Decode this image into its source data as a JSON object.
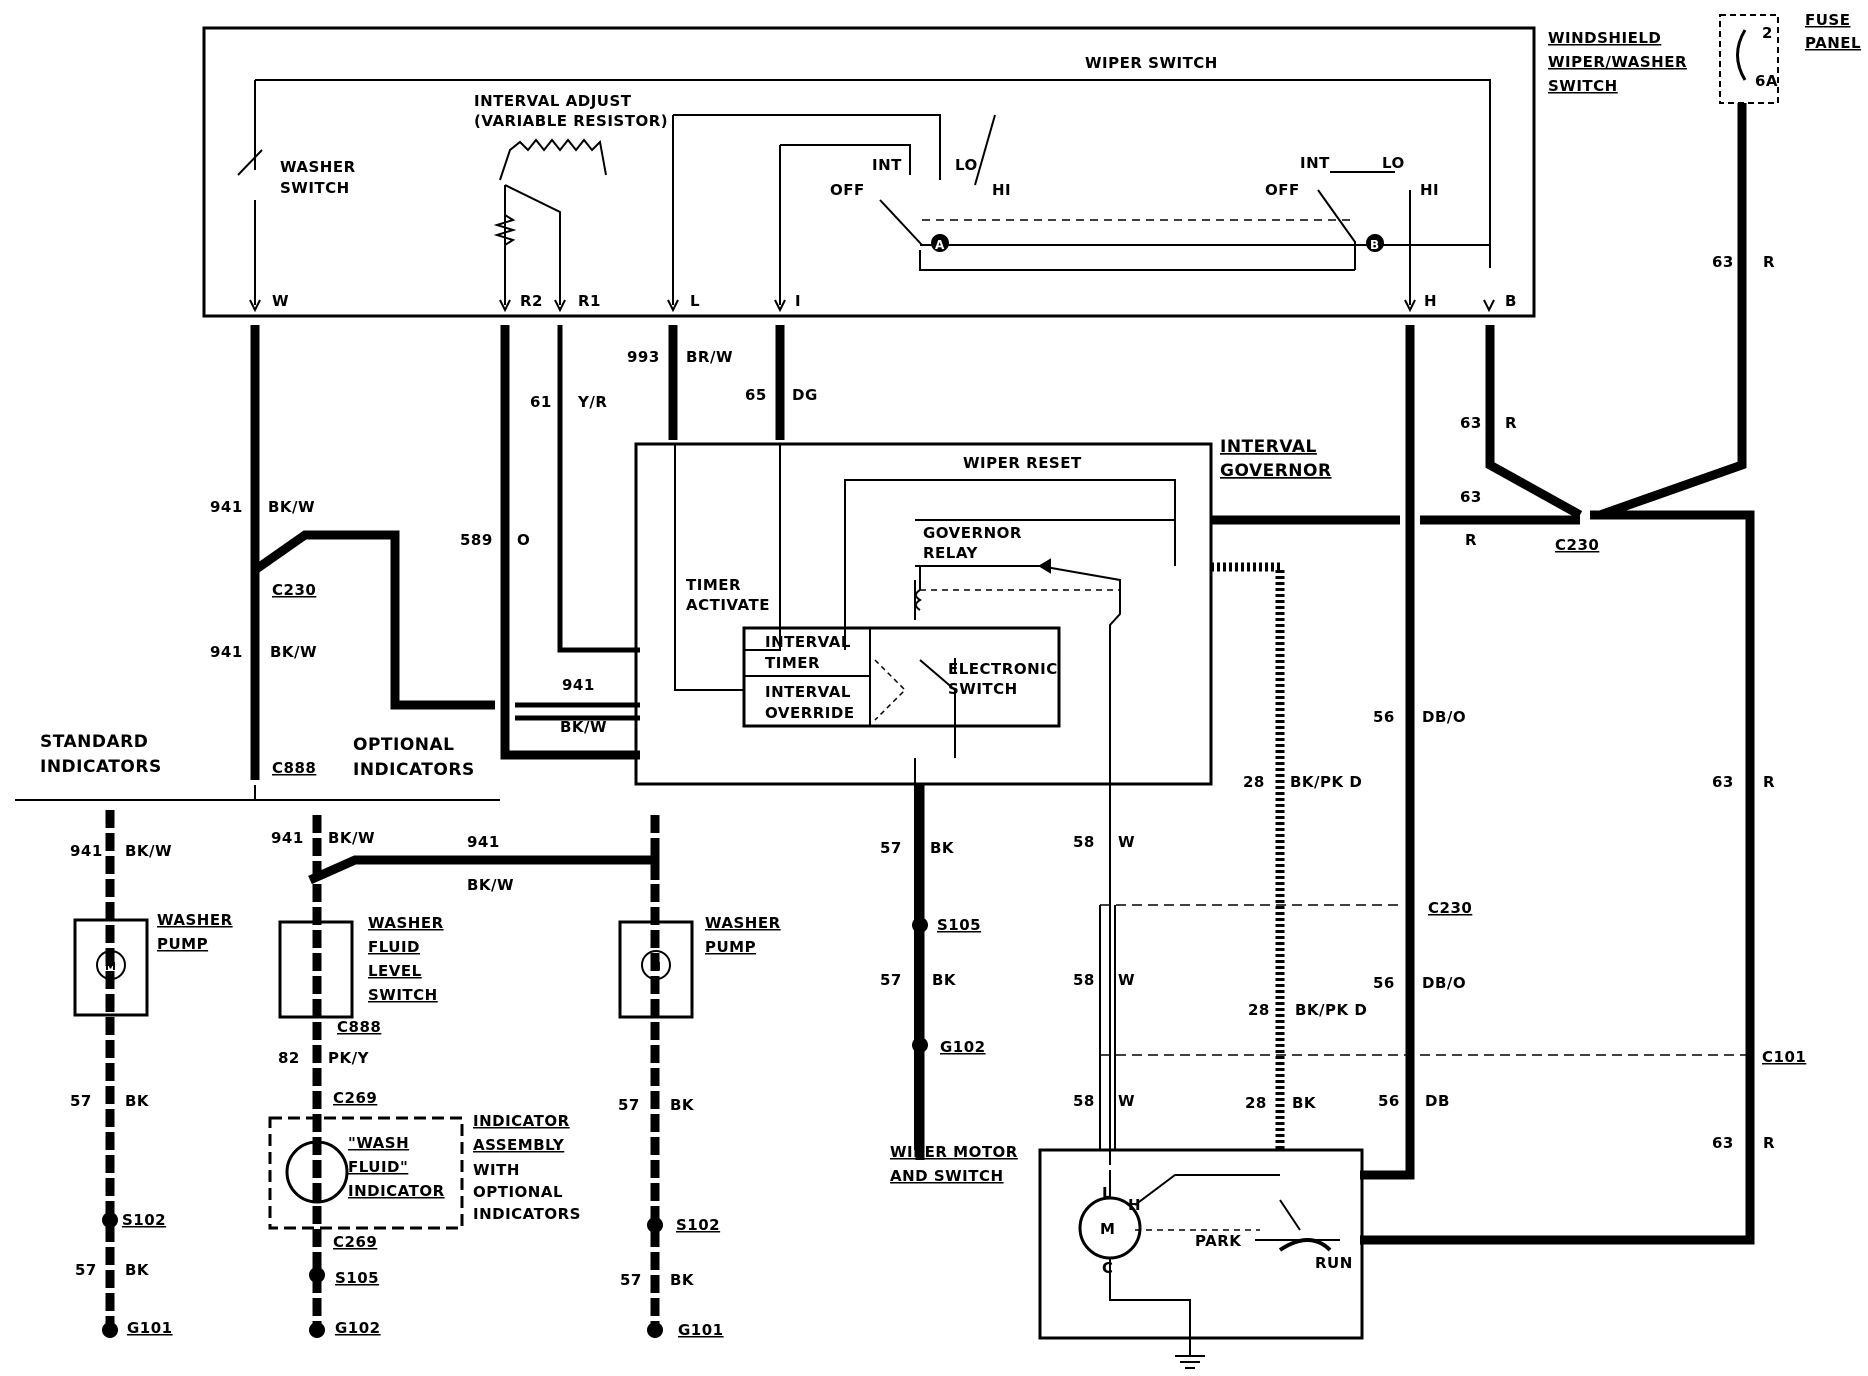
{
  "switch_box": {
    "title": "WIPER SWITCH",
    "name_line1": "WINDSHIELD",
    "name_line2": "WIPER/WASHER",
    "name_line3": "SWITCH",
    "washer_switch_1": "WASHER",
    "washer_switch_2": "SWITCH",
    "interval_adjust_1": "INTERVAL ADJUST",
    "interval_adjust_2": "(VARIABLE RESISTOR)",
    "pos_int": "INT",
    "pos_lo": "LO",
    "pos_off": "OFF",
    "pos_hi": "HI",
    "contact_a": "A",
    "contact_b": "B",
    "terminals": [
      "W",
      "R2",
      "R1",
      "L",
      "I",
      "H",
      "B"
    ]
  },
  "fuse_panel": {
    "label_1": "FUSE",
    "label_2": "PANEL",
    "fuse_num": "2",
    "fuse_rating": "6A"
  },
  "governor": {
    "title_1": "INTERVAL",
    "title_2": "GOVERNOR",
    "wiper_reset": "WIPER RESET",
    "relay_1": "GOVERNOR",
    "relay_2": "RELAY",
    "timer_activate_1": "TIMER",
    "timer_activate_2": "ACTIVATE",
    "interval_timer_1": "INTERVAL",
    "interval_timer_2": "TIMER",
    "interval_override_1": "INTERVAL",
    "interval_override_2": "OVERRIDE",
    "electronic_switch_1": "ELECTRONIC",
    "electronic_switch_2": "SWITCH"
  },
  "wires": {
    "w941": "941",
    "bkw": "BK/W",
    "w589": "589",
    "o": "O",
    "w61": "61",
    "yr": "Y/R",
    "w993": "993",
    "brw": "BR/W",
    "w65": "65",
    "dg": "DG",
    "w63": "63",
    "r": "R",
    "w56": "56",
    "dbo": "DB/O",
    "db": "DB",
    "w28": "28",
    "bkpkd": "BK/PK D",
    "bk": "BK",
    "w58": "58",
    "w": "W",
    "w57": "57",
    "w82": "82",
    "pky": "PK/Y"
  },
  "connectors": {
    "c230": "C230",
    "c888": "C888",
    "c101": "C101",
    "c269": "C269",
    "s105": "S105",
    "s102": "S102",
    "g102": "G102",
    "g101": "G101"
  },
  "indicators": {
    "standard_1": "STANDARD",
    "standard_2": "INDICATORS",
    "optional_1": "OPTIONAL",
    "optional_2": "INDICATORS"
  },
  "components": {
    "washer_1": "WASHER",
    "pump_1": "PUMP",
    "fluid_1": "FLUID",
    "level_1": "LEVEL",
    "switch_1": "SWITCH",
    "wash_fluid_1": "\"WASH",
    "wash_fluid_2": "FLUID\"",
    "wash_fluid_3": "INDICATOR",
    "assembly_1": "INDICATOR",
    "assembly_2": "ASSEMBLY",
    "assembly_3": "WITH",
    "assembly_4": "OPTIONAL",
    "assembly_5": "INDICATORS",
    "motor_1": "WIPER MOTOR",
    "motor_2": "AND SWITCH",
    "motor_m": "M",
    "motor_l": "L",
    "motor_h": "H",
    "motor_c": "C",
    "park": "PARK",
    "run": "RUN",
    "pump_m": "M"
  }
}
